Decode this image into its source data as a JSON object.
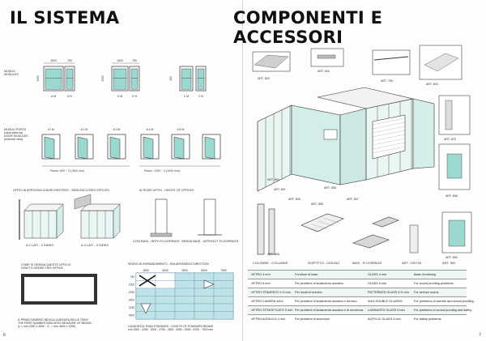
{
  "left": {
    "title": "IL SISTEMA",
    "moduli_label": "MODULI\nMODULES",
    "moduli_dims": [
      "1500",
      "750",
      "1500",
      "750"
    ],
    "moduli_heights": [
      "2950",
      "2950",
      "400",
      "1750"
    ],
    "moduli_codes": [
      "A M",
      "A N",
      "G M",
      "G H",
      "C M",
      "C N"
    ],
    "porte_label": "MODULI PORTA\n(vista esterna)\nDOOR MODULES\n(external view)",
    "porte_codes": [
      "A I M",
      "A 2 M",
      "A 3 M",
      "A 4 M",
      "A 5 M"
    ],
    "passo1": "Passo: 600 ÷ 3 (1500 mm)",
    "passo2": "Passo: 1250 ÷ 4 (1000 mm)",
    "uffici_label": "UFFICI IN APPOGGIO A MURI ESISTENTI - SEMI-ENCLOSED OFFICES",
    "altezze_label": "ALTEZZE UFFICI - HEIGHT OF OFFICES",
    "uffici_caps": [
      "A 2 LATI - 2 SIDES",
      "A 3 LATI - 3 SIDES"
    ],
    "pavimento_caps": [
      "CON BASI - WITH FLOORINGS",
      "SENZA BASI - WITHOUT FLOORINGS"
    ],
    "ordinare_title": "COME SI ORDINA QUESTO UFFICIO\nHOW TO ORDER THIS OFFICE",
    "ordinare_text": "IL PRIMO NUMERO INDICA LA MISURA DELLE TRAVI\nTHE FIRST NUMBER INDICATES MEASURE OF BEAMS\n(x = mm 2250 x 4500 - 3 - = mm 4500 x 2250)",
    "sensi_title": "SENSO DI INGRANDIMENTO - ENLARGEMENT DIRECTION",
    "sensi_cols": [
      "1800",
      "3000",
      "4500",
      "6000",
      "7500"
    ],
    "sensi_rows": [
      "750",
      "1500",
      "2250",
      "3000",
      "3750",
      "4500"
    ],
    "lunghezza": "LUNGHEZZA TRAVI STANDARD - LENGTH OF STANDARD BEAMS\nmm 1500 - 2250 - 3000 - 3750 - 4500 - 5250 - 6000 - 6750 - 7500 mm",
    "page": "6"
  },
  "right": {
    "title": "COMPONENTI E ACCESSORI",
    "art_labels": [
      "ART. 820",
      "ART. 843",
      "ART. 765",
      "ART. 804",
      "ART. 875",
      "ART. 800",
      "ART. 821",
      "ART. 845",
      "ART. 855",
      "ART. 808",
      "ART. 847",
      "ART. 858",
      "ART. 850",
      "ART. 828"
    ],
    "bottom_caps": [
      "COLONNE - COLUMNS",
      "SOFFITTO - CEILING",
      "BASI - FLOORINGS",
      "ART. 719/720",
      "ART. 900"
    ],
    "table_rows": [
      {
        "a": "VETRO 4 mm",
        "b": "Forniture di base",
        "c": "GLASS 4 mm",
        "d": "Basic furnishing"
      },
      {
        "a": "VETRO 6 mm",
        "b": "Per problemi di isolamento acustico",
        "c": "GLASS 6 mm",
        "d": "For sound proofing problems"
      },
      {
        "a": "VETRO STAMPATO 4÷6 mm",
        "b": "Per locali di servizio",
        "c": "PATTERNED GLASS 4÷6 mm",
        "d": "For service rooms"
      },
      {
        "a": "VETRO CAMERA 4/4/4",
        "b": "Per problemi di isolamento acustico e termico",
        "c": "4/4/4 DOUBLE GLAZING",
        "d": "For problems of warmth and sound proofing"
      },
      {
        "a": "VETRO STRATIFICATO 5 mm",
        "b": "Per problemi di isolamento acustico e di sicurezza",
        "c": "LAMINATED GLASS 5 mm",
        "d": "For problems of sound proofing and safety"
      },
      {
        "a": "VETRO ACRILICO 4 mm",
        "b": "Per problemi di sicurezza",
        "c": "ACRYLIC GLASS 4 mm",
        "d": "For safety problems"
      }
    ],
    "page": "7"
  }
}
